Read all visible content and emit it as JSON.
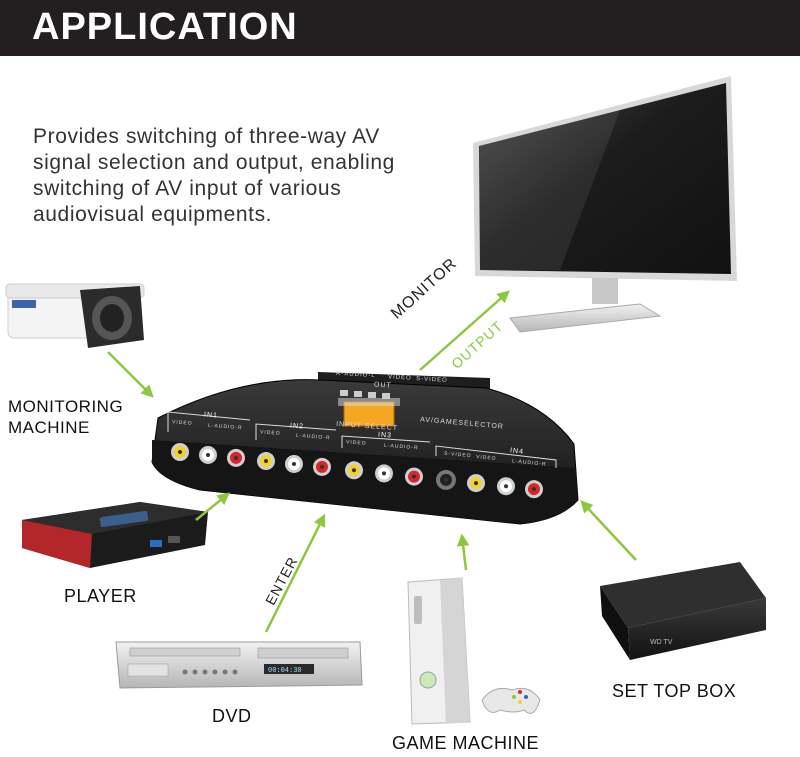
{
  "banner": {
    "title": "APPLICATION"
  },
  "description": [
    "Provides switching of three-way AV",
    "signal selection and output, enabling",
    "switching of AV input of various",
    "audiovisual equipments."
  ],
  "labels": {
    "monitoring_machine": [
      "MONITORING",
      "MACHINE"
    ],
    "player": "PLAYER",
    "dvd": "DVD",
    "game_machine": "GAME MACHINE",
    "set_top_box": "SET TOP BOX",
    "monitor": "MONITOR",
    "output": "OUTPUT",
    "enter": "ENTER"
  },
  "switch_box": {
    "out": "OUT",
    "out_audio": "R-AUDIO-L",
    "out_video": "VIDEO",
    "out_svideo": "S-VIDEO",
    "input_select": "INPUT SELECT",
    "model": "AV/GAMESELECTOR",
    "in1": "IN1",
    "in2": "IN2",
    "in3": "IN3",
    "in4": "IN4",
    "video": "VIDEO",
    "audio": "L-AUDIO-R",
    "svideo": "S-VIDEO"
  },
  "devices": {
    "set_top_box_brand": "WD TV",
    "dvd_display": "00:04:30"
  },
  "colors": {
    "arrow": "#8dc63f",
    "banner": "#231f20",
    "jack_yellow": "#f2d22e",
    "jack_white": "#ffffff",
    "jack_red": "#d7262b",
    "select_button": "#f5a623"
  }
}
